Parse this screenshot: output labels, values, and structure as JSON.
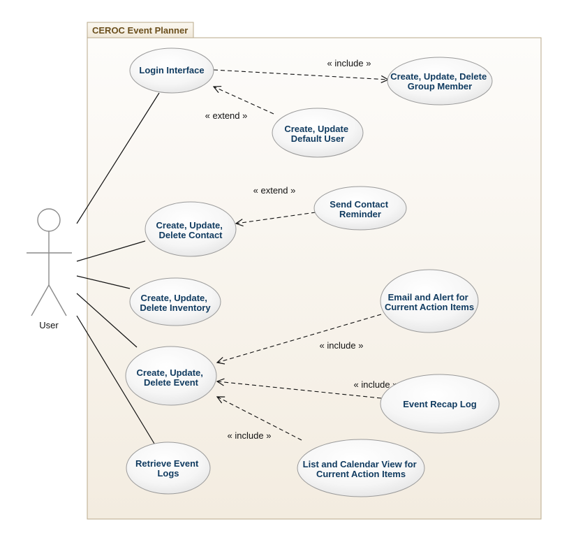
{
  "system": {
    "title": "CEROC Event Planner"
  },
  "actor": {
    "label": "User"
  },
  "use_cases": {
    "login": [
      "Login Interface"
    ],
    "group_member": [
      "Create, Update, Delete",
      "Group Member"
    ],
    "default_user": [
      "Create, Update",
      "Default User"
    ],
    "contact": [
      "Create, Update,",
      "Delete Contact"
    ],
    "send_reminder": [
      "Send Contact",
      "Reminder"
    ],
    "inventory": [
      "Create, Update,",
      "Delete Inventory"
    ],
    "email_alert": [
      "Email and Alert for",
      "Current Action Items"
    ],
    "event": [
      "Create, Update,",
      "Delete Event"
    ],
    "recap_log": [
      "Event Recap Log"
    ],
    "list_calendar": [
      "List and Calendar View for",
      "Current Action Items"
    ],
    "retrieve_logs": [
      "Retrieve Event",
      "Logs"
    ]
  },
  "relations": {
    "login_include_group": "« include »",
    "default_extend_login": "« extend »",
    "reminder_extend_contact": "« extend »",
    "email_include_event": "« include »",
    "recap_include_event": "« include »",
    "list_include_event": "« include »"
  },
  "colors": {
    "system_fill_top": "#fdfcfa",
    "system_fill_bottom": "#f3ece0",
    "system_border": "#b8a88a",
    "usecase_fill_top": "#ffffff",
    "usecase_fill_bottom": "#e6e6e6",
    "usecase_border": "#9a9a9a",
    "usecase_text": "#0f3a5f",
    "line": "#111111"
  }
}
